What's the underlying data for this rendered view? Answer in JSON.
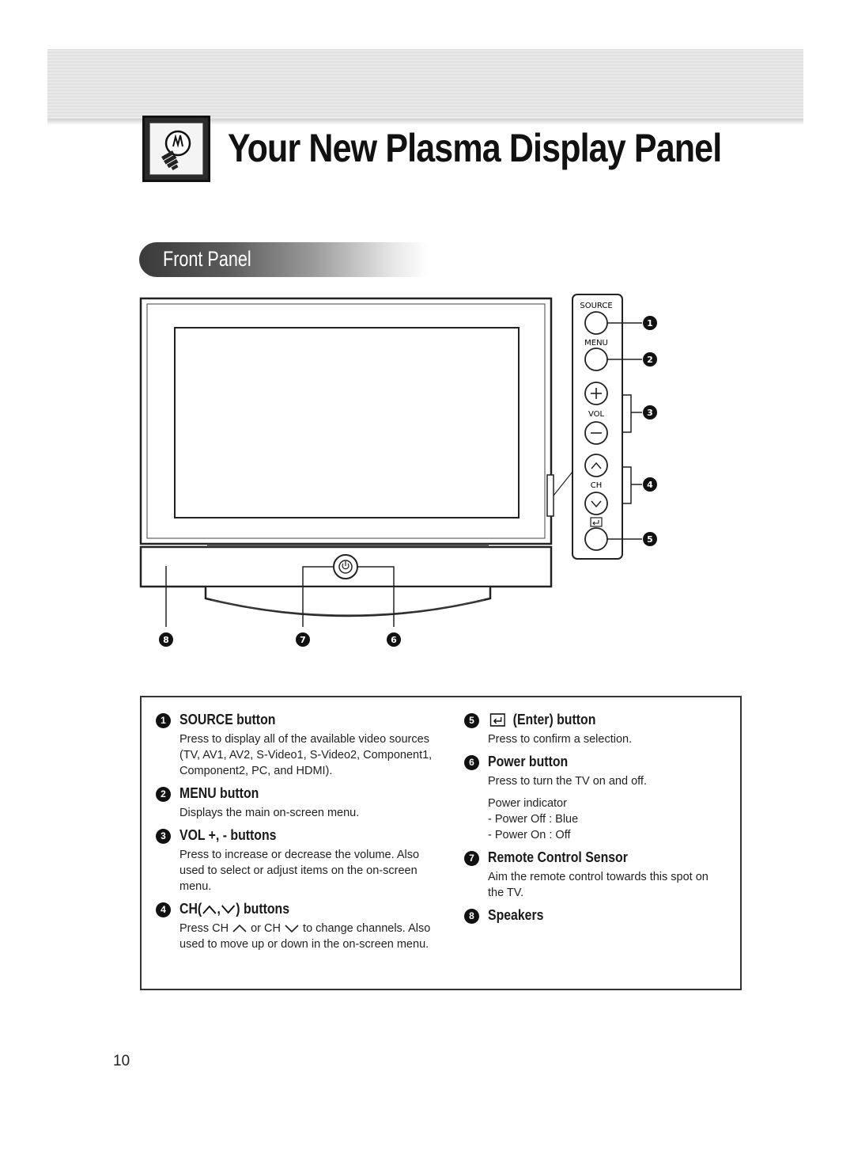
{
  "page": {
    "title": "Your New Plasma Display Panel",
    "section": "Front Panel",
    "page_number": "10"
  },
  "panel_labels": {
    "source": "SOURCE",
    "menu": "MENU",
    "vol": "VOL",
    "ch": "CH"
  },
  "callouts": [
    "1",
    "2",
    "3",
    "4",
    "5",
    "6",
    "7",
    "8"
  ],
  "items": [
    {
      "num": "1",
      "title": "SOURCE button",
      "desc": "Press to display all of the available video sources (TV, AV1, AV2, S-Video1, S-Video2, Component1, Component2, PC, and HDMI)."
    },
    {
      "num": "2",
      "title": "MENU button",
      "desc": "Displays the main on-screen menu."
    },
    {
      "num": "3",
      "title": "VOL +, - buttons",
      "desc": "Press to increase or decrease the volume. Also used to select or adjust items on the on-screen menu."
    },
    {
      "num": "4",
      "title_prefix": "CH(",
      "title_sep": ",",
      "title_suffix": ") buttons",
      "desc_a": "Press CH",
      "desc_b": "or CH",
      "desc_c": "to change channels.",
      "desc_d": "Also used to move up or down in the on-screen menu."
    },
    {
      "num": "5",
      "title": "(Enter) button",
      "desc": "Press to confirm a selection."
    },
    {
      "num": "6",
      "title": "Power button",
      "desc": "Press to turn the TV on and off.",
      "indicator_title": "Power indicator",
      "indicator_off": "- Power Off : Blue",
      "indicator_on": "- Power On : Off"
    },
    {
      "num": "7",
      "title": "Remote Control Sensor",
      "desc": "Aim the remote control towards this spot on the TV."
    },
    {
      "num": "8",
      "title": "Speakers"
    }
  ]
}
